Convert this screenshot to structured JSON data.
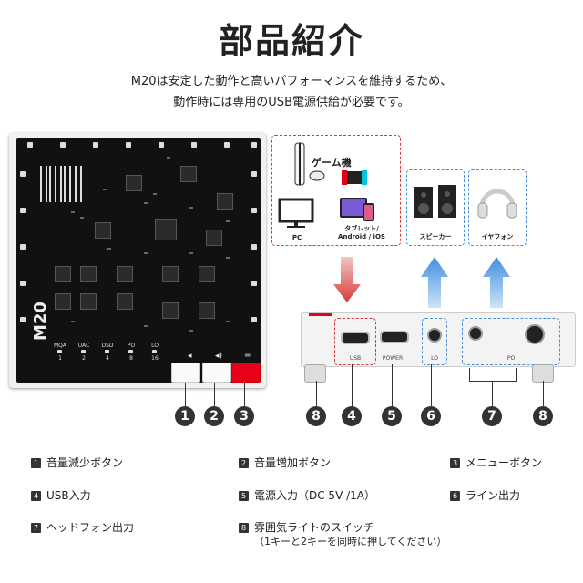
{
  "title": "部品紹介",
  "subtitle": {
    "line1": "M20は安定した動作と高いパフォーマンスを維持するため、",
    "line2": "動作時には専用のUSB電源供給が必要です。"
  },
  "device": {
    "brand": "M20",
    "mode_labels": [
      "MQA",
      "UAC",
      "DSD",
      "PO",
      "LO"
    ],
    "mode_numbers": [
      "1",
      "2",
      "4",
      "8",
      "16"
    ],
    "icons": [
      "volume-down-icon",
      "volume-up-icon",
      "menu-icon"
    ],
    "accent_color": "#e8001b"
  },
  "sources": {
    "game_label": "ゲーム機",
    "pc_label": "PC",
    "tablet_label": "タブレット/\nAndroid / iOS"
  },
  "outputs": {
    "speaker_label": "スピーカー",
    "earphone_label": "イヤフォン"
  },
  "ports": {
    "usb": "USB",
    "power": "POWER",
    "lo": "LO",
    "po": "PO"
  },
  "callouts": {
    "n1": "1",
    "n2": "2",
    "n3": "3",
    "n4": "4",
    "n5": "5",
    "n6": "6",
    "n7": "7",
    "n8": "8"
  },
  "legend": [
    {
      "num": "1",
      "text": "音量減少ボタン"
    },
    {
      "num": "2",
      "text": "音量増加ボタン"
    },
    {
      "num": "3",
      "text": "メニューボタン"
    },
    {
      "num": "4",
      "text": "USB入力"
    },
    {
      "num": "5",
      "text": "電源入力（DC 5V /1A）"
    },
    {
      "num": "6",
      "text": "ライン出力"
    },
    {
      "num": "7",
      "text": "ヘッドフォン出力"
    },
    {
      "num": "8",
      "text": "雰囲気ライトのスイッチ"
    }
  ],
  "legend_note": "（1キーと2キーを同時に押してください）",
  "colors": {
    "red": "#d63a3a",
    "blue": "#4a8fd6",
    "arrow_blue": "#3f8fe0"
  }
}
